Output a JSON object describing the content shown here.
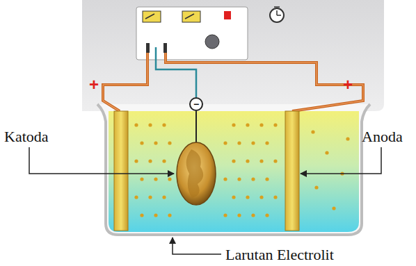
{
  "diagram": {
    "labels": [
      "+",
      "+",
      "−",
      "Katoda",
      "Anoda",
      "Larutan Electrolit"
    ]
  }
}
